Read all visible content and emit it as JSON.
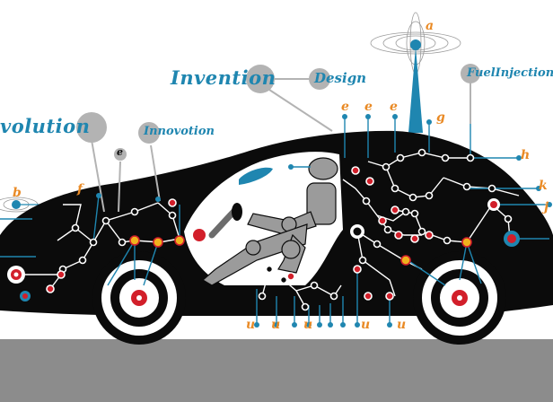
{
  "labels": {
    "revolution": "volution",
    "invention": "Invention",
    "design": "Design",
    "fuel_injection": "FuelInjection",
    "innovation": "Innovotion"
  },
  "tags": {
    "a": "a",
    "b": "b",
    "f": "f",
    "e_small": "e",
    "e1": "e",
    "e2": "e",
    "e3": "e",
    "g": "g",
    "h": "h",
    "k": "k",
    "j": "j",
    "u1": "u",
    "u2": "u",
    "u3": "u",
    "u4": "u",
    "u5": "u"
  },
  "colors": {
    "body": "#0b0b0b",
    "ground": "#8c8c8c",
    "bubble": "#b3b3b3",
    "label_blue": "#1f86b0",
    "tag_orange": "#e98a25",
    "node_red": "#d21f2a",
    "node_yellow": "#f0b21d",
    "robot_grey": "#9b9b9b"
  }
}
